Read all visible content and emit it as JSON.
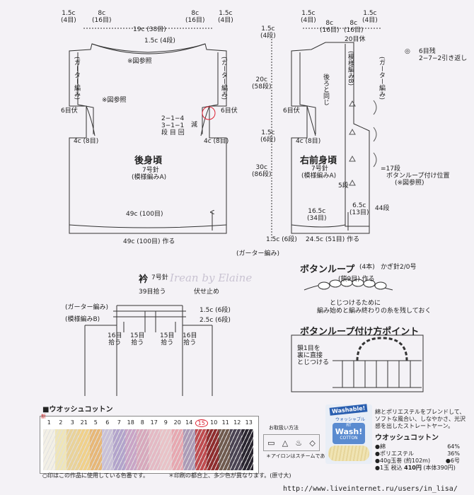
{
  "back": {
    "top": {
      "left_edge": "1.5c",
      "left_edge_rows": "(4目)",
      "left_shoulder": "8c",
      "left_shoulder_rows": "(16目)",
      "neck": "19c (38目)",
      "right_shoulder": "8c",
      "right_shoulder_rows": "(16目)",
      "right_edge": "1.5c",
      "right_edge_rows": "(4目)"
    },
    "neck_band": "1.5c (4段)",
    "ref_top": "※図参照",
    "garter_left": "(ガーター編み)",
    "garter_right": "(ガーター編み)",
    "ref_side": "※図参照",
    "bindoff_left": "6目伏",
    "bindoff_right": "6目伏",
    "decrease": {
      "line1": "2−1−4",
      "line2": "3−1−1",
      "line3": "段 目 回",
      "label": "減"
    },
    "armhole_left": "4c (8目)",
    "armhole_right": "4c (8目)",
    "name": "後身頃",
    "needle": "7号針",
    "pattern": "(模様編みA)",
    "hem_width": "49c (100目)",
    "cast_on": "49c (100目) 作る"
  },
  "center_measures": {
    "top_band": "1.5c",
    "top_band_rows": "(4段)",
    "yoke": "20c",
    "yoke_rows": "(58段)",
    "mid": "1.5c",
    "mid_rows": "(6段)",
    "body": "30c",
    "body_rows": "(86段)",
    "hem": "1.5c (6段)",
    "garter": "(ガーター編み)"
  },
  "front": {
    "top": {
      "a": "1.5c",
      "a_rows": "(4目)",
      "b": "8c",
      "b_rows": "(16目)",
      "c": "8c",
      "c_rows": "(16目)",
      "d": "1.5c",
      "d_rows": "(4目)"
    },
    "bindoff_top": "20目休",
    "pattern_b": "(模様編みB)",
    "same_as_back": "後ろと同じ",
    "garter_right": "(ガーター編み)",
    "bindoff": "6目伏",
    "armhole": "4c (8目)",
    "name": "右前身頃",
    "needle": "7号針",
    "pattern": "(模様編みA)",
    "five_rows": "5段",
    "seventeen_rows": "=17段",
    "loop_position": "ボタンループ付け位置",
    "ref": "(※図参照)",
    "band_width": "6.5c",
    "band_rows": "(13目)",
    "width": "16.5c",
    "width_rows": "(34目)",
    "side": "44段",
    "cast_on": "24.5c (51目) 作る"
  },
  "legend": {
    "symbol": "◎",
    "text1": "6目残",
    "text2": "2−7−2引き返し"
  },
  "collar": {
    "title": "衿",
    "needle": "7号針",
    "pickup_top": "39目拾う",
    "bindoff": "伏せ止め",
    "garter": "(ガーター編み)",
    "pattern_b": "(模様編みB)",
    "h1": "1.5c (6段)",
    "h2": "2.5c (6段)",
    "pickups": [
      {
        "n": "16目",
        "t": "拾う"
      },
      {
        "n": "15目",
        "t": "拾う"
      },
      {
        "n": "15目",
        "t": "拾う"
      },
      {
        "n": "16目",
        "t": "拾う"
      }
    ]
  },
  "button_loop": {
    "title": "ボタンループ",
    "count": "(4本)",
    "tool": "かぎ針2/0号",
    "chain": "(鎖9目) 作る",
    "note1": "とじつけるために",
    "note2": "編み始めと編み終わりの糸を残しておく"
  },
  "attach_point": {
    "title": "ボタンループ付け方ポイント",
    "note1": "鎖1目を",
    "note2": "裏に直接",
    "note3": "とじつける"
  },
  "watermark": "Irean by Elaine",
  "yarn_section": {
    "title": "■ウオッシュコットン",
    "numbers": [
      "1",
      "2",
      "3",
      "21",
      "5",
      "6",
      "7",
      "18",
      "8",
      "17",
      "9",
      "20",
      "14",
      "15",
      "10",
      "11",
      "12",
      "13"
    ],
    "highlight": "15",
    "new_mark": "新",
    "wash_label": "お取扱い方法",
    "iron_note": "＊アイロンはスチームであて浮かせて",
    "print_note": "＊印刷の都合上、多少色が異なります。(原寸大)",
    "used_note": "○印はこの作品に使用している色番です。",
    "swatch_colors": [
      "#f3f0e6",
      "#efe5b8",
      "#e9d29a",
      "#f0d08a",
      "#e7b777",
      "#c9c0d7",
      "#b2a3cb",
      "#c9a4c6",
      "#d7a8bc",
      "#e4b9c4",
      "#e9c2c7",
      "#e7a7b0",
      "#ac9ab6",
      "#bf4b4f",
      "#8f2d2e",
      "#6f5a4e",
      "#4a4352",
      "#2a2630"
    ]
  },
  "yarn_info": {
    "badge": "Washable!",
    "badge_sub": "ウォッシャブル",
    "desc1": "綿とポリエステルをブレンドして、",
    "desc2": "ソフトな風合い、しなやかさ、光沢",
    "desc3": "感を出したストレートヤーン。",
    "name": "ウオッシュコットン",
    "ing1": "●綿",
    "ing1_pct": "64%",
    "ing2": "●ポリエステル",
    "ing2_pct": "36%",
    "weight": "●40g玉巻 (約102m)",
    "needle": "●6号",
    "price_label": "●1玉 税込",
    "price": "410円",
    "price_note": "(本体390円)",
    "brand": "Wash!",
    "brand_sub": "COTTON",
    "brand_top": "RT"
  },
  "url": "http://www.liveinternet.ru/users/in_lisa/"
}
